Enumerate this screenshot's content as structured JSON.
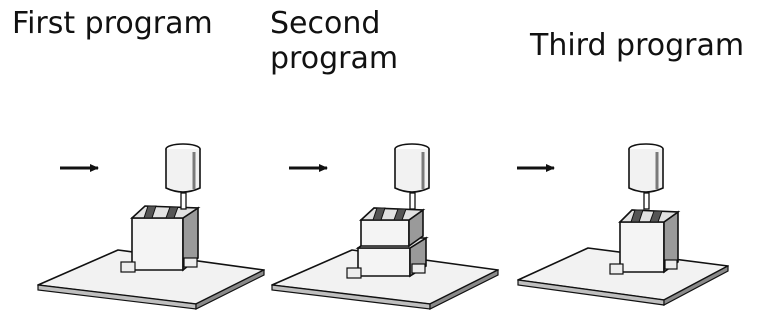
{
  "panels": [
    {
      "label_lines": [
        "First program"
      ],
      "fixture_tiers": 1
    },
    {
      "label_lines": [
        "Second",
        "program"
      ],
      "fixture_tiers": 2
    },
    {
      "label_lines": [
        "Third program"
      ],
      "fixture_tiers": 1
    }
  ],
  "icons": {
    "arrow": "right-arrow-icon",
    "spindle": "milling-spindle-icon"
  }
}
